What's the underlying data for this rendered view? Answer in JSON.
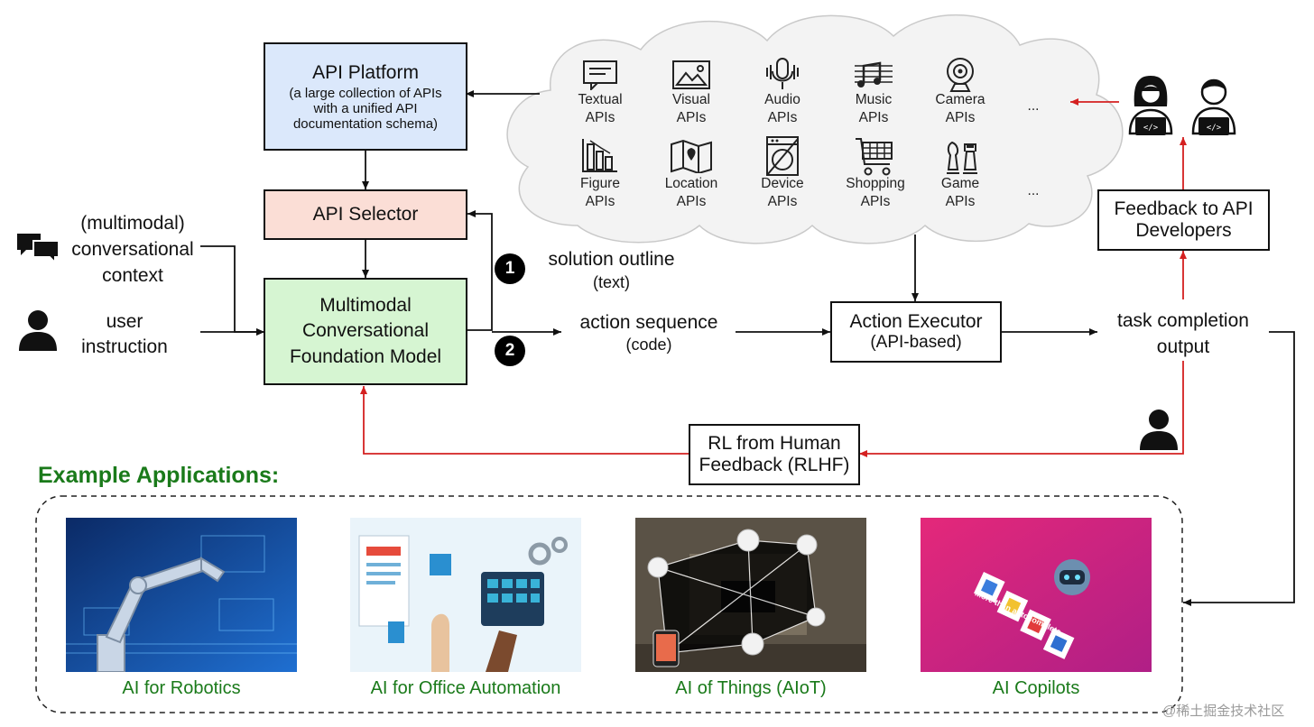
{
  "boxes": {
    "api_platform": {
      "title": "API Platform",
      "lines": [
        "(a large collection of APIs",
        "with a unified API",
        "documentation  schema)"
      ],
      "fill": "#dbe8fb"
    },
    "api_selector": {
      "title": "API Selector",
      "fill": "#fbded6"
    },
    "foundation_model": {
      "lines": [
        "Multimodal",
        "Conversational",
        "Foundation  Model"
      ],
      "fill": "#d6f5d2"
    },
    "action_executor": {
      "title": "Action Executor",
      "sub": "(API-based)"
    },
    "feedback": {
      "lines": [
        "Feedback to API",
        "Developers"
      ]
    },
    "rlhf": {
      "lines": [
        "RL from Human",
        "Feedback (RLHF)"
      ]
    }
  },
  "inputs": {
    "context": [
      "(multimodal)",
      "conversational",
      "context"
    ],
    "instruction": [
      "user",
      "instruction"
    ]
  },
  "outputs": {
    "step1": {
      "badge": "1",
      "label": "solution  outline",
      "sub": "(text)"
    },
    "step2": {
      "badge": "2",
      "label": "action sequence",
      "sub": "(code)"
    },
    "task": [
      "task completion",
      "output"
    ]
  },
  "api_categories": {
    "row1": [
      {
        "line1": "Textual",
        "line2": "APIs",
        "icon": "textual-icon"
      },
      {
        "line1": "Visual",
        "line2": "APIs",
        "icon": "image-icon"
      },
      {
        "line1": "Audio",
        "line2": "APIs",
        "icon": "microphone-icon"
      },
      {
        "line1": "Music",
        "line2": "APIs",
        "icon": "music-sheet-icon"
      },
      {
        "line1": "Camera",
        "line2": "APIs",
        "icon": "webcam-icon"
      }
    ],
    "row2": [
      {
        "line1": "Figure",
        "line2": "APIs",
        "icon": "bar-chart-icon"
      },
      {
        "line1": "Location",
        "line2": "APIs",
        "icon": "map-pin-icon"
      },
      {
        "line1": "Device",
        "line2": "APIs",
        "icon": "washing-machine-icon"
      },
      {
        "line1": "Shopping",
        "line2": "APIs",
        "icon": "cart-icon"
      },
      {
        "line1": "Game",
        "line2": "APIs",
        "icon": "chess-icon"
      }
    ],
    "ellipsis": "..."
  },
  "examples": {
    "heading": "Example Applications:",
    "items": [
      {
        "caption": "AI for Robotics"
      },
      {
        "caption": "AI for Office Automation"
      },
      {
        "caption": "AI of Things (AIoT)"
      },
      {
        "caption": "AI Copilots",
        "overlay_text": "More than autocomplete"
      }
    ]
  },
  "watermark": "@稀土掘金技术社区",
  "colors": {
    "feedback_arrow": "#d42020",
    "heading_green": "#1a7a1a",
    "line": "#111111"
  }
}
